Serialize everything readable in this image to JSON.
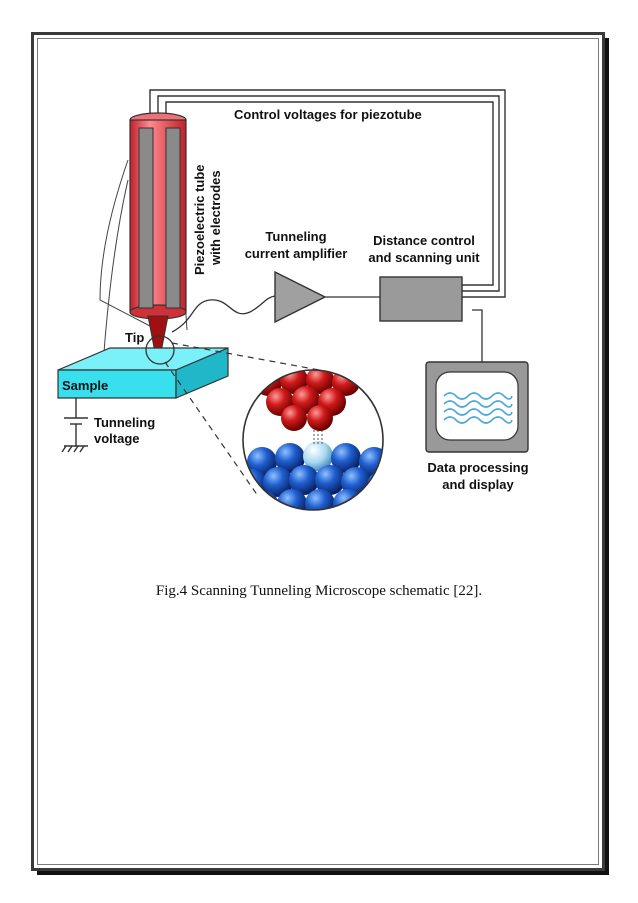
{
  "figure": {
    "labels": {
      "control_voltages": "Control voltages for piezotube",
      "piezo_line1": "Piezoelectric tube",
      "piezo_line2": "with electrodes",
      "amp_line1": "Tunneling",
      "amp_line2": "current amplifier",
      "dist_line1": "Distance control",
      "dist_line2": "and scanning unit",
      "tip": "Tip",
      "sample": "Sample",
      "tv_line1": "Tunneling",
      "tv_line2": "voltage",
      "dp_line1": "Data processing",
      "dp_line2": "and display"
    },
    "caption": "Fig.4 Scanning Tunneling Microscope schematic [22]."
  },
  "colors": {
    "piezo_red": "#e8414a",
    "electrode_gray": "#8a8a8a",
    "sample_cyan": "#38e0ee",
    "atom_red": "#c01818",
    "atom_blue": "#1e5fc8",
    "box_gray": "#9a9a9a",
    "wave_blue": "#4aa8d8"
  }
}
